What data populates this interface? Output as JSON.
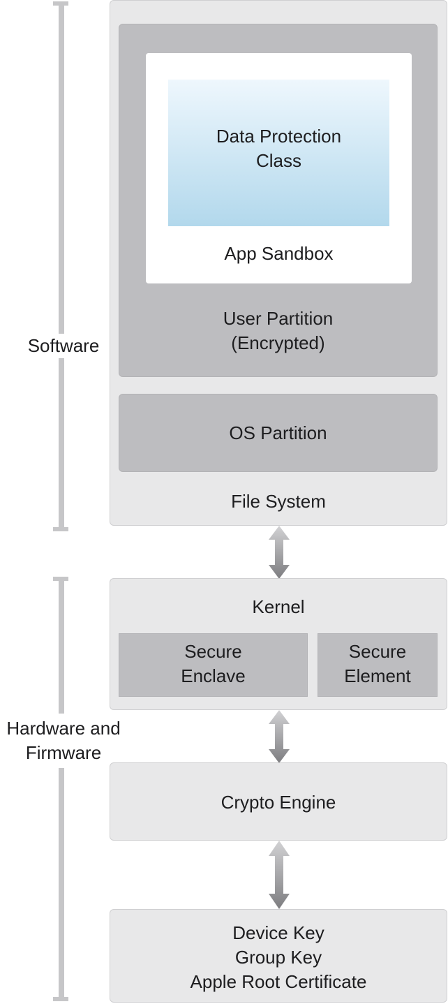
{
  "side_labels": {
    "software": "Software",
    "hardware_firmware": "Hardware and\nFirmware"
  },
  "boxes": {
    "data_protection_class": "Data Protection\nClass",
    "app_sandbox": "App Sandbox",
    "user_partition": "User Partition\n(Encrypted)",
    "os_partition": "OS Partition",
    "file_system": "File System",
    "kernel": "Kernel",
    "secure_enclave": "Secure\nEnclave",
    "secure_element": "Secure\nElement",
    "crypto_engine": "Crypto Engine",
    "keys": "Device Key\nGroup Key\nApple Root Certificate"
  },
  "colors": {
    "light_box": "#e8e8e9",
    "dark_box": "#bdbdc0",
    "data_protection_gradient_top": "#eef7fd",
    "data_protection_gradient_bottom": "#b2d8ec",
    "bracket": "#c6c6c8"
  }
}
